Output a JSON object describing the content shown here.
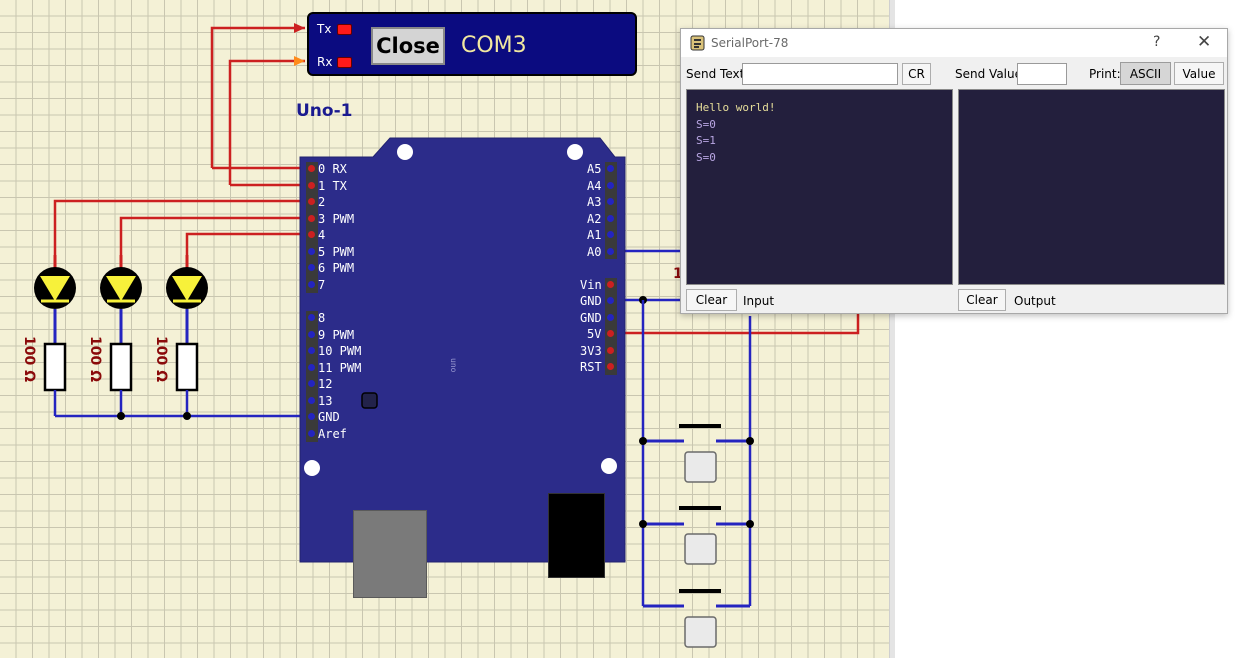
{
  "serial_component": {
    "tx_label": "Tx",
    "rx_label": "Rx",
    "close_button": "Close",
    "com_port": "COM3"
  },
  "board": {
    "title": "Uno-1",
    "chip_text": "uno",
    "left_pins": [
      "0 RX",
      "1 TX",
      "2",
      "3 PWM",
      "4",
      "5 PWM",
      "6 PWM",
      "7",
      "8",
      "9 PWM",
      "10 PWM",
      "11 PWM",
      "12",
      "13",
      "GND",
      "Aref"
    ],
    "right_pins": [
      "A5",
      "A4",
      "A3",
      "A2",
      "A1",
      "A0",
      "Vin",
      "GND",
      "GND",
      "5V",
      "3V3",
      "RST"
    ]
  },
  "resistors": {
    "r1": "100 Ω",
    "r2": "100 Ω",
    "r3": "100 Ω"
  },
  "partial_label": "1",
  "serial_window": {
    "title": "SerialPort-78",
    "help": "?",
    "close": "✕",
    "send_text_label": "Send Text:",
    "send_text_value": "",
    "cr_button": "CR",
    "send_value_label": "Send Value:",
    "send_value_value": "",
    "print_label": "Print:",
    "ascii_button": "ASCII",
    "value_button": "Value",
    "input_console_lines": [
      "Hello world!",
      "S=0",
      "S=1",
      "S=0"
    ],
    "clear_input_button": "Clear",
    "input_label": "Input",
    "clear_output_button": "Clear",
    "output_label": "Output"
  },
  "colors": {
    "board": "#2c2c8a",
    "wire_red": "#cc2020",
    "wire_blue": "#2424c0",
    "led": "#f7f13a",
    "console_bg": "#231f3d"
  }
}
